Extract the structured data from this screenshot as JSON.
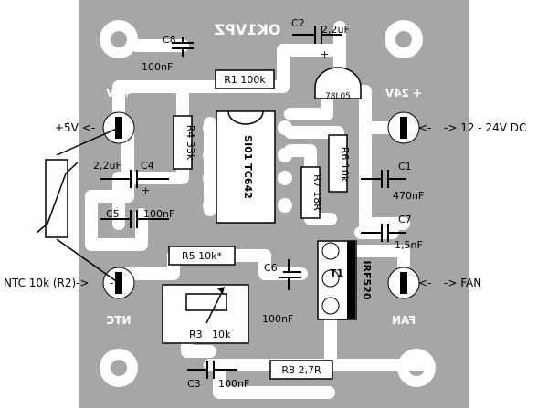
{
  "board": {
    "title": "OK1VPZ",
    "colors": {
      "board": "#a6a6a6",
      "copper": "#ffffff",
      "ink": "#000000"
    }
  },
  "connectors": {
    "plus5v": "+5V",
    "plus24v": "+ 24V",
    "ntc": "NTC",
    "fan": "FAN"
  },
  "external": {
    "plus5v": "+5V",
    "supply": "-> 12 - 24V DC",
    "ntc": "NTC 10k  (R2)->",
    "fan": "-> FAN",
    "arrow_left_5v": "<-",
    "arrow_right_ntc": "->",
    "arrow_left_fan": "<-",
    "arrow_left_24v": "<-"
  },
  "parts": {
    "c2": "C2",
    "c2_value": "2,2uF",
    "c8": "C8",
    "c8_value": "100nF",
    "r1": "R1 100k",
    "u_reg": "78L05",
    "r4": "R4  33k",
    "ic": "SI01 TC642",
    "r6": "R6  10k",
    "r7": "R7  18R",
    "c4": "C4",
    "c4_value": "2,2uF",
    "c1": "C1",
    "c1_value": "470nF",
    "c5": "C5",
    "c5_value": "100nF",
    "c7": "C7",
    "c7_value": "1,5nF",
    "r5": "R5  10k*",
    "c6": "C6",
    "c6_value": "100nF",
    "t1": "T1",
    "t1_type": "IRF520",
    "r3": "R3",
    "r3_value": "10k",
    "c3": "C3",
    "c3_value": "100nF",
    "r8": "R8  2,7R",
    "plus_sign": "+"
  }
}
